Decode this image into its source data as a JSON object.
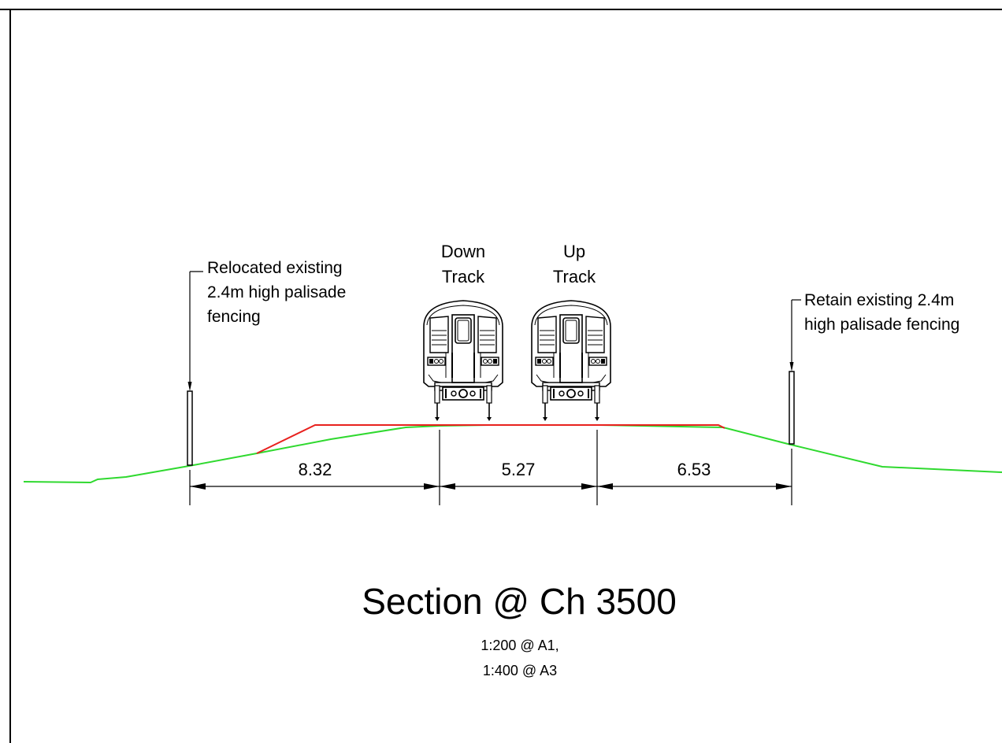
{
  "annotations": {
    "left_fence": [
      "Relocated existing",
      "2.4m high palisade",
      "fencing"
    ],
    "right_fence": [
      "Retain existing 2.4m",
      "high palisade fencing"
    ]
  },
  "tracks": {
    "down": [
      "Down",
      "Track"
    ],
    "up": [
      "Up",
      "Track"
    ]
  },
  "dimensions": [
    "8.32",
    "5.27",
    "6.53"
  ],
  "title": "Section @ Ch 3500",
  "scale": [
    "1:200 @ A1,",
    "1:400 @ A3"
  ],
  "colors": {
    "existing_ground": "#2fd92f",
    "proposed_formation": "#e8211e",
    "linework": "#000000"
  }
}
